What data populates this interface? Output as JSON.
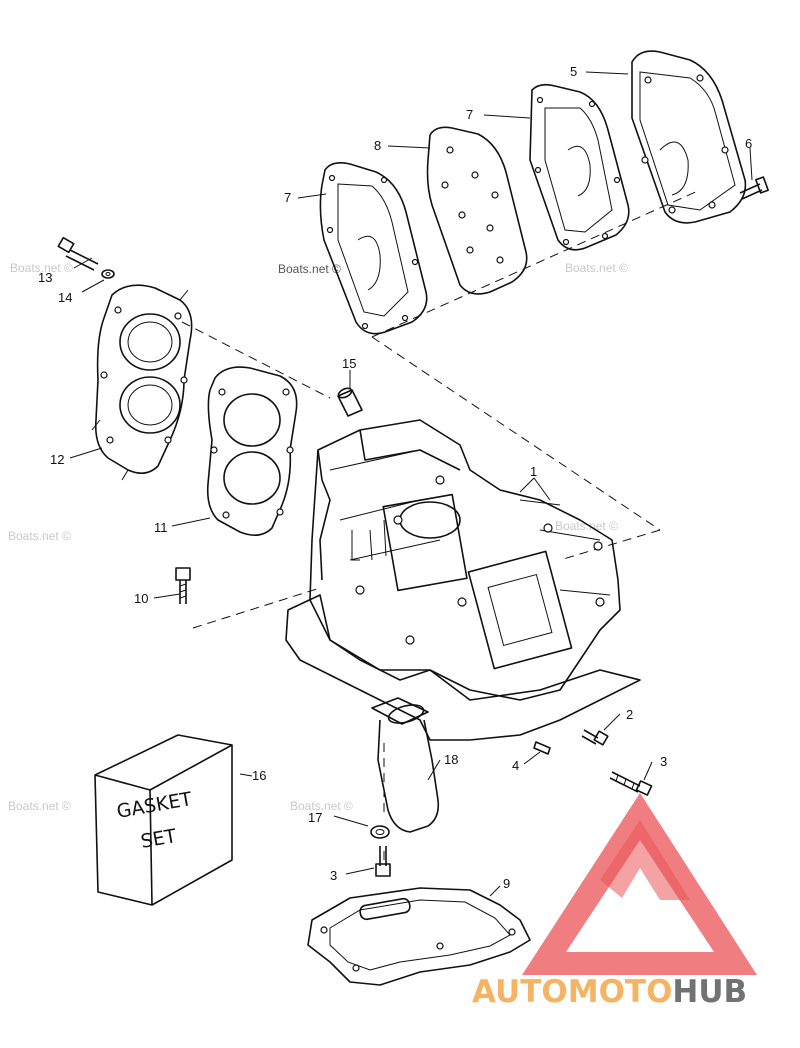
{
  "callouts": [
    "1",
    "2",
    "3",
    "3",
    "4",
    "5",
    "6",
    "7",
    "7",
    "8",
    "9",
    "10",
    "11",
    "12",
    "13",
    "14",
    "15",
    "16",
    "17",
    "18"
  ],
  "watermark_text": "Boats.net ©",
  "box_label_line1": "GASKET",
  "box_label_line2": "SET",
  "logo": {
    "part1": "AUTO",
    "part2": "MOTO",
    "part3": "HUB"
  },
  "colors": {
    "line": "#111111",
    "logo_red": "#e8363a",
    "logo_orange": "#f4a64a",
    "logo_gray": "#5a5a5a",
    "watermark": "#c9c9c9"
  }
}
